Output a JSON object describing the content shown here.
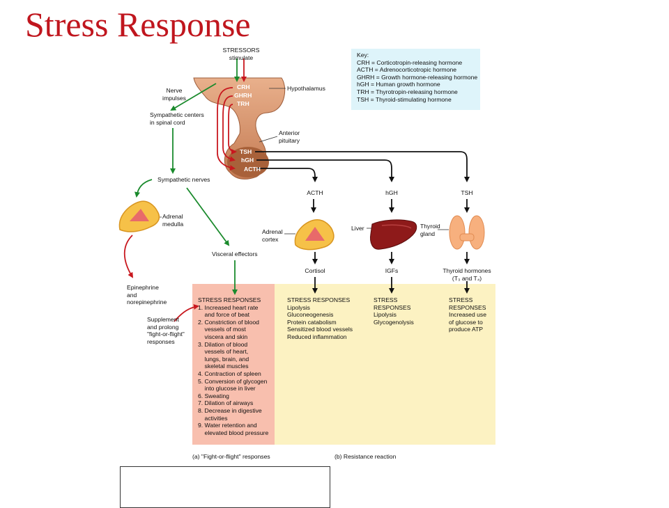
{
  "title": "Stress Response",
  "colors": {
    "title": "#c0161e",
    "green_arrow": "#1a8a2c",
    "red_arrow": "#c8171e",
    "black_arrow": "#111111",
    "key_bg": "#def4fa",
    "fight_panel": "#f8bfae",
    "resistance_panel": "#fcf2c2"
  },
  "stressors": "STRESSORS\nstimulate",
  "hypothalamus": {
    "label": "Hypothalamus",
    "hormones": [
      "CRH",
      "GHRH",
      "TRH"
    ]
  },
  "anterior_pituitary": {
    "label": "Anterior\npituitary",
    "hormones": [
      "TSH",
      "hGH",
      "ACTH"
    ]
  },
  "key": {
    "heading": "Key:",
    "items": [
      "CRH = Corticotropin-releasing hormone",
      "ACTH = Adrenocorticotropic hormone",
      "GHRH = Growth hormone-releasing hormone",
      "hGH = Human growth hormone",
      "TRH = Thyrotropin-releasing hormone",
      "TSH = Thyroid-stimulating hormone"
    ]
  },
  "nerve_impulses": "Nerve\nimpulses",
  "sympathetic_centers": "Sympathetic centers\nin spinal cord",
  "sympathetic_nerves": "Sympathetic nerves",
  "adrenal_medulla": "Adrenal\nmedulla",
  "visceral_effectors": "Visceral effectors",
  "epinephrine": "Epinephrine\nand\nnorepinephrine",
  "supplement": "Supplement\nand prolong\n\"fight-or-flight\"\nresponses",
  "pathways": {
    "acth": {
      "label": "ACTH",
      "organ": "Adrenal\ncortex",
      "product": "Cortisol"
    },
    "hgh": {
      "label": "hGH",
      "organ": "Liver",
      "product": "IGFs"
    },
    "tsh": {
      "label": "TSH",
      "organ": "Thyroid\ngland",
      "product": "Thyroid hormones\n(T₃ and T₄)"
    }
  },
  "fight_or_flight": {
    "heading": "STRESS RESPONSES",
    "items": [
      "1. Increased heart rate\n    and force of beat",
      "2. Constriction of blood\n    vessels of most\n    viscera and skin",
      "3. Dilation of blood\n    vessels of heart,\n    lungs, brain, and\n    skeletal muscles",
      "4. Contraction of spleen",
      "5. Conversion of glycogen\n    into glucose in liver",
      "6. Sweating",
      "7. Dilation of airways",
      "8. Decrease in digestive\n    activities",
      "9. Water retention and\n    elevated blood pressure"
    ],
    "caption": "(a) \"Fight-or-flight\" responses"
  },
  "resistance": {
    "cortisol_responses": "STRESS RESPONSES\nLipolysis\nGluconeogenesis\nProtein catabolism\nSensitized blood vessels\nReduced inflammation",
    "hgh_responses": "STRESS\nRESPONSES\nLipolysis\nGlycogenolysis",
    "thyroid_responses": "STRESS\nRESPONSES\nIncreased use\nof glucose to\nproduce ATP",
    "caption": "(b) Resistance reaction"
  }
}
